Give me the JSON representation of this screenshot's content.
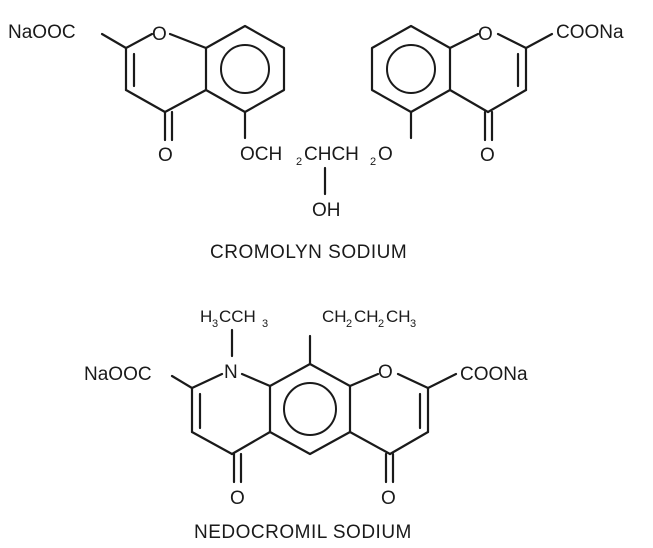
{
  "cromolyn": {
    "name": "CROMOLYN SODIUM",
    "left_carboxylate": "NaOOC",
    "right_carboxylate": "COONa",
    "ring_oxygen": "O",
    "carbonyl_oxygen": "O",
    "linker": {
      "o1": "OCH",
      "ch": "CHCH",
      "o2": "O",
      "sub2": "2",
      "hydroxyl": "OH"
    }
  },
  "nedocromil": {
    "name": "NEDOCROMIL SODIUM",
    "left_carboxylate": "NaOOC",
    "right_carboxylate": "COONa",
    "nitrogen": "N",
    "ring_oxygen": "O",
    "carbonyl_oxygen": "O",
    "ethyl_group": {
      "h": "H",
      "c": "CCH",
      "sub_h3": "3",
      "sub_h2": "3"
    },
    "propyl_group": {
      "text": "CH",
      "text2": "CH",
      "text3": "CH",
      "sub2": "2",
      "sub3": "3"
    }
  }
}
